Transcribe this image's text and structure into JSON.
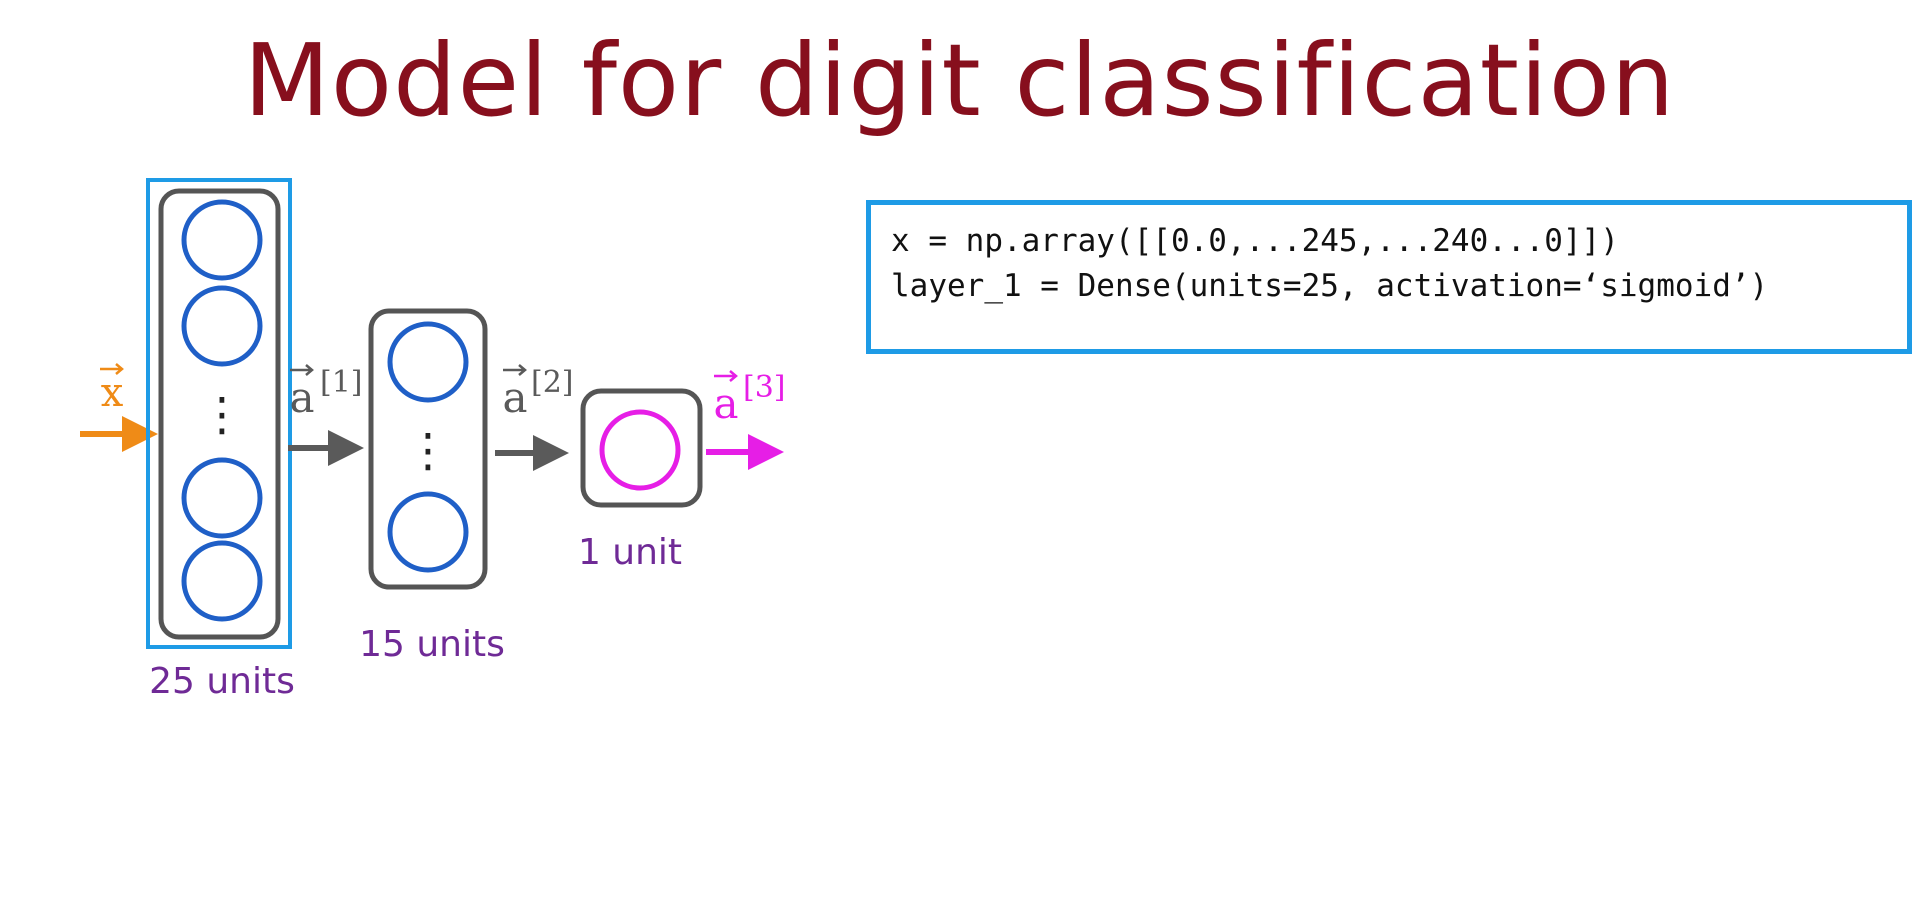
{
  "title": "Model for digit classification",
  "diagram": {
    "input_label": "x",
    "activations": [
      {
        "base": "a",
        "superscript": "[1]"
      },
      {
        "base": "a",
        "superscript": "[2]"
      },
      {
        "base": "a",
        "superscript": "[3]"
      }
    ],
    "layers": [
      {
        "units_label": "25 units"
      },
      {
        "units_label": "15 units"
      },
      {
        "units_label": "1 unit"
      }
    ],
    "ellipsis": "⋮"
  },
  "code": {
    "lines": [
      "x = np.array([[0.0,...245,...240...0]])",
      "layer_1 = Dense(units=25, activation=‘sigmoid’)"
    ]
  },
  "colors": {
    "title": "#870f1d",
    "input": "#ef8b17",
    "neuron": "#1f5fc7",
    "output": "#e61ee6",
    "units_label": "#6f2a96",
    "arrow_gray": "#5a5a5a",
    "highlight_box": "#1e9be6"
  }
}
